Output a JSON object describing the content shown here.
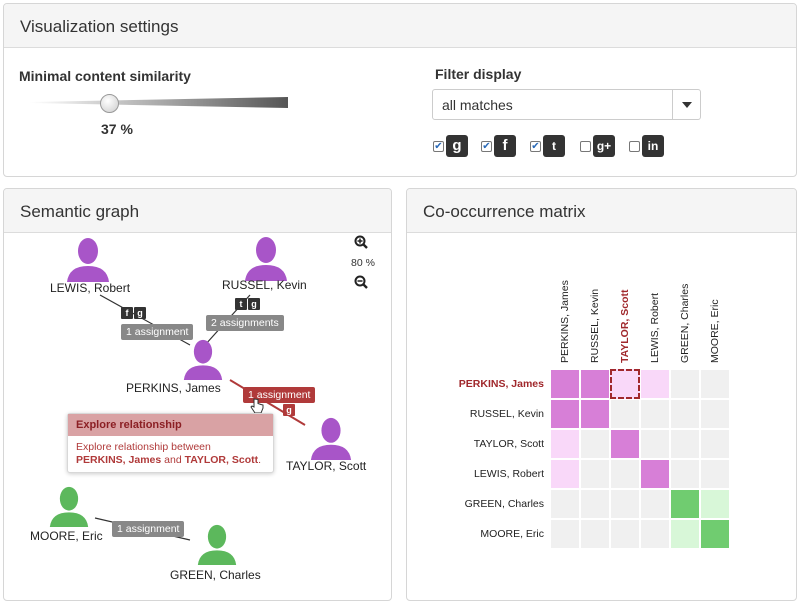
{
  "settings": {
    "title": "Visualization settings",
    "similarity_label": "Minimal content similarity",
    "similarity_value": "37 %",
    "similarity_fraction": 0.37,
    "filter_label": "Filter display",
    "filter_selected": "all matches",
    "sources": [
      {
        "name": "google-icon",
        "glyph": "g",
        "checked": true
      },
      {
        "name": "facebook-icon",
        "glyph": "f",
        "checked": true
      },
      {
        "name": "twitter-icon",
        "glyph": "t",
        "checked": true
      },
      {
        "name": "google-plus-icon",
        "glyph": "g+",
        "checked": false
      },
      {
        "name": "linkedin-icon",
        "glyph": "in",
        "checked": false
      }
    ]
  },
  "graph": {
    "title": "Semantic graph",
    "zoom": "80 %",
    "people": {
      "lewis": "LEWIS, Robert",
      "russel": "RUSSEL, Kevin",
      "perkins": "PERKINS, James",
      "taylor": "TAYLOR, Scott",
      "moore": "MOORE, Eric",
      "green": "GREEN, Charles"
    },
    "edges": {
      "lewis_perkins": "1 assignment",
      "russel_perkins": "2 assignments",
      "perkins_taylor": "1 assignment",
      "moore_green": "1 assignment"
    },
    "tooltip": {
      "title": "Explore relationship",
      "text_prefix": "Explore relationship between",
      "person_a": "PERKINS, James",
      "connector": "and",
      "person_b": "TAYLOR, Scott",
      "suffix": "."
    },
    "colors": {
      "purple": "#a855c8",
      "green": "#5cb85c",
      "red": "#b03a3a",
      "badge": "#888888"
    }
  },
  "matrix": {
    "title": "Co-occurrence matrix",
    "columns": [
      "PERKINS, James",
      "RUSSEL, Kevin",
      "TAYLOR, Scott",
      "LEWIS, Robert",
      "GREEN, Charles",
      "MOORE, Eric"
    ],
    "rows": [
      "PERKINS, James",
      "RUSSEL, Kevin",
      "TAYLOR, Scott",
      "LEWIS, Robert",
      "GREEN, Charles",
      "MOORE, Eric"
    ],
    "highlight_row": "PERKINS, James",
    "highlight_col": "TAYLOR, Scott",
    "cells": [
      [
        "#d77fd7",
        "#d77fd7",
        "#f9d8f9",
        "#f9d8f9",
        "#f0f0f0",
        "#f0f0f0"
      ],
      [
        "#d77fd7",
        "#d77fd7",
        "#f0f0f0",
        "#f0f0f0",
        "#f0f0f0",
        "#f0f0f0"
      ],
      [
        "#f9d8f9",
        "#f0f0f0",
        "#d77fd7",
        "#f0f0f0",
        "#f0f0f0",
        "#f0f0f0"
      ],
      [
        "#f9d8f9",
        "#f0f0f0",
        "#f0f0f0",
        "#d77fd7",
        "#f0f0f0",
        "#f0f0f0"
      ],
      [
        "#f0f0f0",
        "#f0f0f0",
        "#f0f0f0",
        "#f0f0f0",
        "#70cc70",
        "#d8f7d8"
      ],
      [
        "#f0f0f0",
        "#f0f0f0",
        "#f0f0f0",
        "#f0f0f0",
        "#d8f7d8",
        "#70cc70"
      ]
    ]
  }
}
